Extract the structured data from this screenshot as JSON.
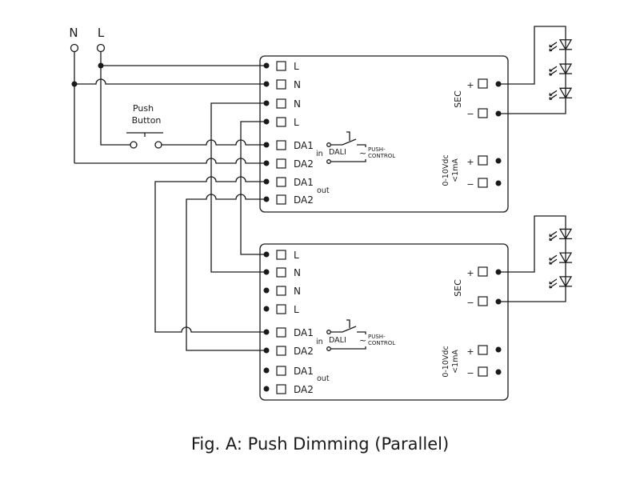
{
  "mains": {
    "n_label": "N",
    "l_label": "L"
  },
  "push_button": {
    "line1": "Push",
    "line2": "Button"
  },
  "caption": "Fig. A: Push Dimming (Parallel)",
  "driver_top": {
    "terminals": [
      "L",
      "N",
      "N",
      "L",
      "DA1",
      "DA2",
      "DA1",
      "DA2"
    ],
    "in_label": "in",
    "dali_label": "DALI",
    "push_control_line1": "PUSH-",
    "push_control_line2": "CONTROL",
    "tilde": "~",
    "out_label": "out",
    "sec_label": "SEC",
    "dim_line1": "0-10Vdc",
    "dim_line2": "<1mA",
    "plus_symbol": "+",
    "minus_symbol": "−"
  },
  "driver_bottom": {
    "terminals": [
      "L",
      "N",
      "N",
      "L",
      "DA1",
      "DA2",
      "DA1",
      "DA2"
    ],
    "in_label": "in",
    "dali_label": "DALI",
    "push_control_line1": "PUSH-",
    "push_control_line2": "CONTROL",
    "tilde": "~",
    "out_label": "out",
    "sec_label": "SEC",
    "dim_line1": "0-10Vdc",
    "dim_line2": "<1mA",
    "plus_symbol": "+",
    "minus_symbol": "−"
  },
  "led_strings": [
    {
      "led_count": 3
    },
    {
      "led_count": 3
    }
  ]
}
